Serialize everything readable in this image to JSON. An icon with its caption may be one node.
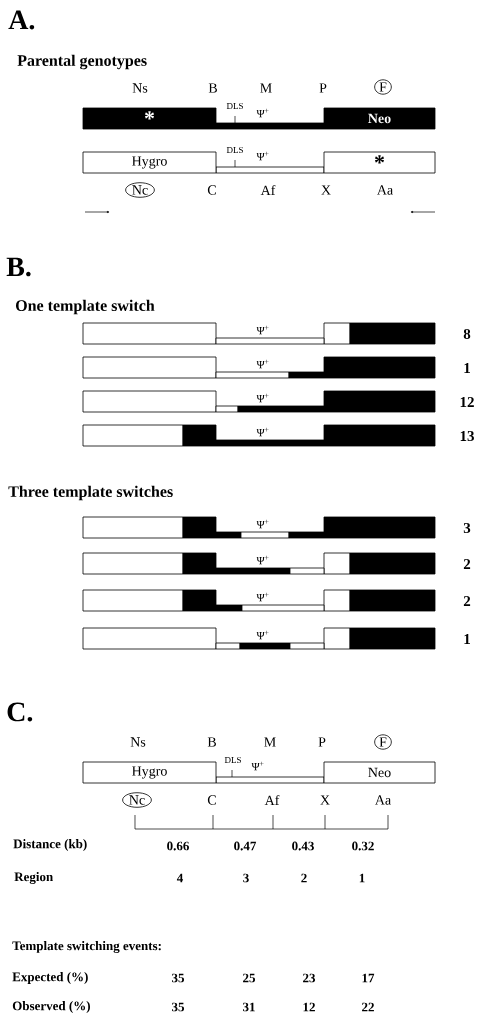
{
  "diagram": {
    "nodes": [
      {
        "text": [
          "F"
        ]
      },
      {
        "text": [
          "*"
        ]
      },
      {
        "text": [
          "Neo"
        ]
      },
      {
        "text": [
          "Hygro"
        ]
      },
      {
        "text": [
          "*"
        ]
      },
      {
        "text": [
          "Nc"
        ]
      },
      {
        "text": [
          "F"
        ]
      },
      {
        "text": [
          "Hygro"
        ]
      },
      {
        "text": [
          "Neo"
        ]
      },
      {
        "text": [
          "Nc"
        ]
      }
    ],
    "labels": [
      "A.",
      "Parental genotypes",
      "Ns",
      "B",
      "M",
      "P",
      "DLS",
      "Ψ$^{+}$",
      "DLS",
      "Ψ$^{+}$",
      "C",
      "Af",
      "X",
      "Aa",
      "B.",
      "One template switch",
      "Ψ$^{+}$",
      "8",
      "Ψ$^{+}$",
      "1",
      "Ψ$^{+}$",
      "12",
      "Ψ$^{+}$",
      "13",
      "Three template switches",
      "Ψ$^{+}$",
      "3",
      "Ψ$^{+}$",
      "2",
      "Ψ$^{+}$",
      "2",
      "Ψ$^{+}$",
      "1",
      "C.",
      "Ns",
      "B",
      "M",
      "P",
      "DLS",
      "Ψ$^{+}$",
      "C",
      "Af",
      "X",
      "Aa",
      "Distance (kb)",
      "0.66",
      "0.47",
      "0.43",
      "0.32",
      "Region",
      "4",
      "3",
      "2",
      "1",
      "Template switching events:",
      "Expected (%)",
      "35",
      "25",
      "23",
      "17",
      "Observed (%)",
      "35",
      "31",
      "12",
      "22"
    ]
  }
}
